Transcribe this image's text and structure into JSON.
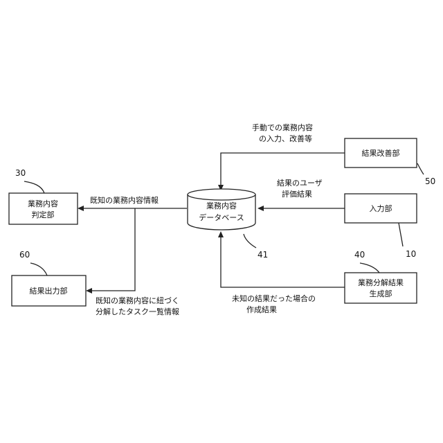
{
  "blocks": {
    "judge": {
      "line1": "業務内容",
      "line2": "判定部",
      "ref": "30"
    },
    "output": {
      "line1": "結果出力部",
      "ref": "60"
    },
    "database": {
      "line1": "業務内容",
      "line2": "データベース",
      "ref": "41"
    },
    "improve": {
      "line1": "結果改善部",
      "ref": "50"
    },
    "input": {
      "line1": "入力部",
      "ref": "10"
    },
    "decompose": {
      "line1": "業務分解結果",
      "line2": "生成部",
      "ref": "40"
    }
  },
  "flows": {
    "known_info": "既知の業務内容情報",
    "task_list_1": "既知の業務内容に紐づく",
    "task_list_2": "分解したタスク一覧情報",
    "manual_1": "手動での業務内容",
    "manual_2": "の入力、改善等",
    "user_eval_1": "結果のユーザ",
    "user_eval_2": "評価結果",
    "unknown_1": "未知の結果だった場合の",
    "unknown_2": "作成結果"
  }
}
